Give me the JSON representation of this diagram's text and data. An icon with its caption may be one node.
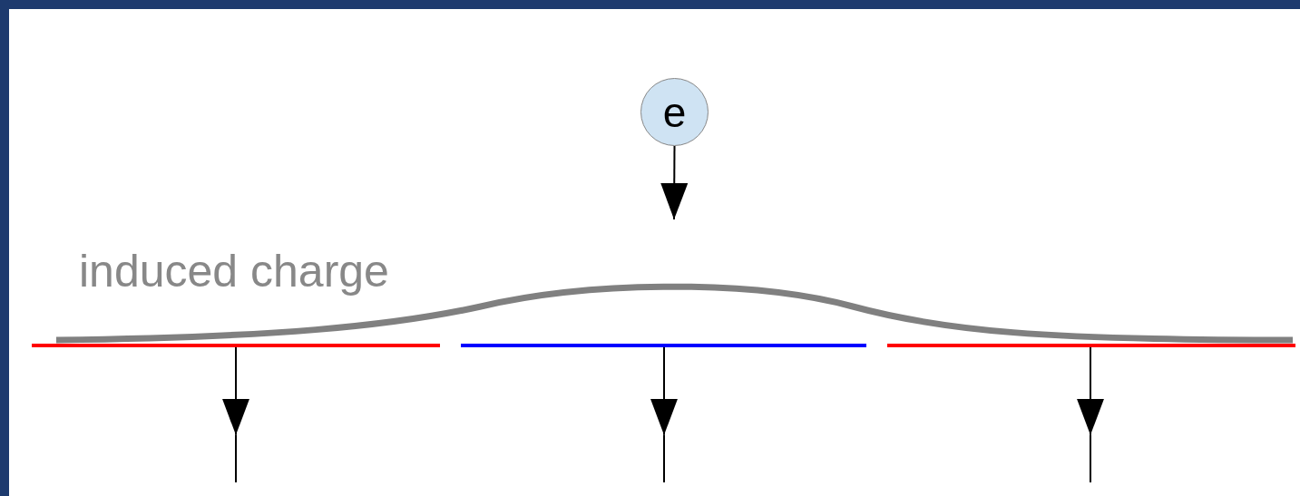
{
  "diagram": {
    "nodes": [
      {
        "text": [
          "e"
        ]
      },
      {
        "text": [],
        "shape": "bar"
      },
      {
        "text": [],
        "shape": "bar"
      },
      {
        "text": [],
        "shape": "bar"
      }
    ],
    "edges": [
      {
        "from": 0,
        "to": null,
        "arrow": "to"
      },
      {
        "from": 1,
        "to": null,
        "arrow": "to"
      },
      {
        "from": 2,
        "to": null,
        "arrow": "to"
      },
      {
        "from": 3,
        "to": null,
        "arrow": "to"
      }
    ],
    "labels": [
      "induced charge"
    ]
  }
}
